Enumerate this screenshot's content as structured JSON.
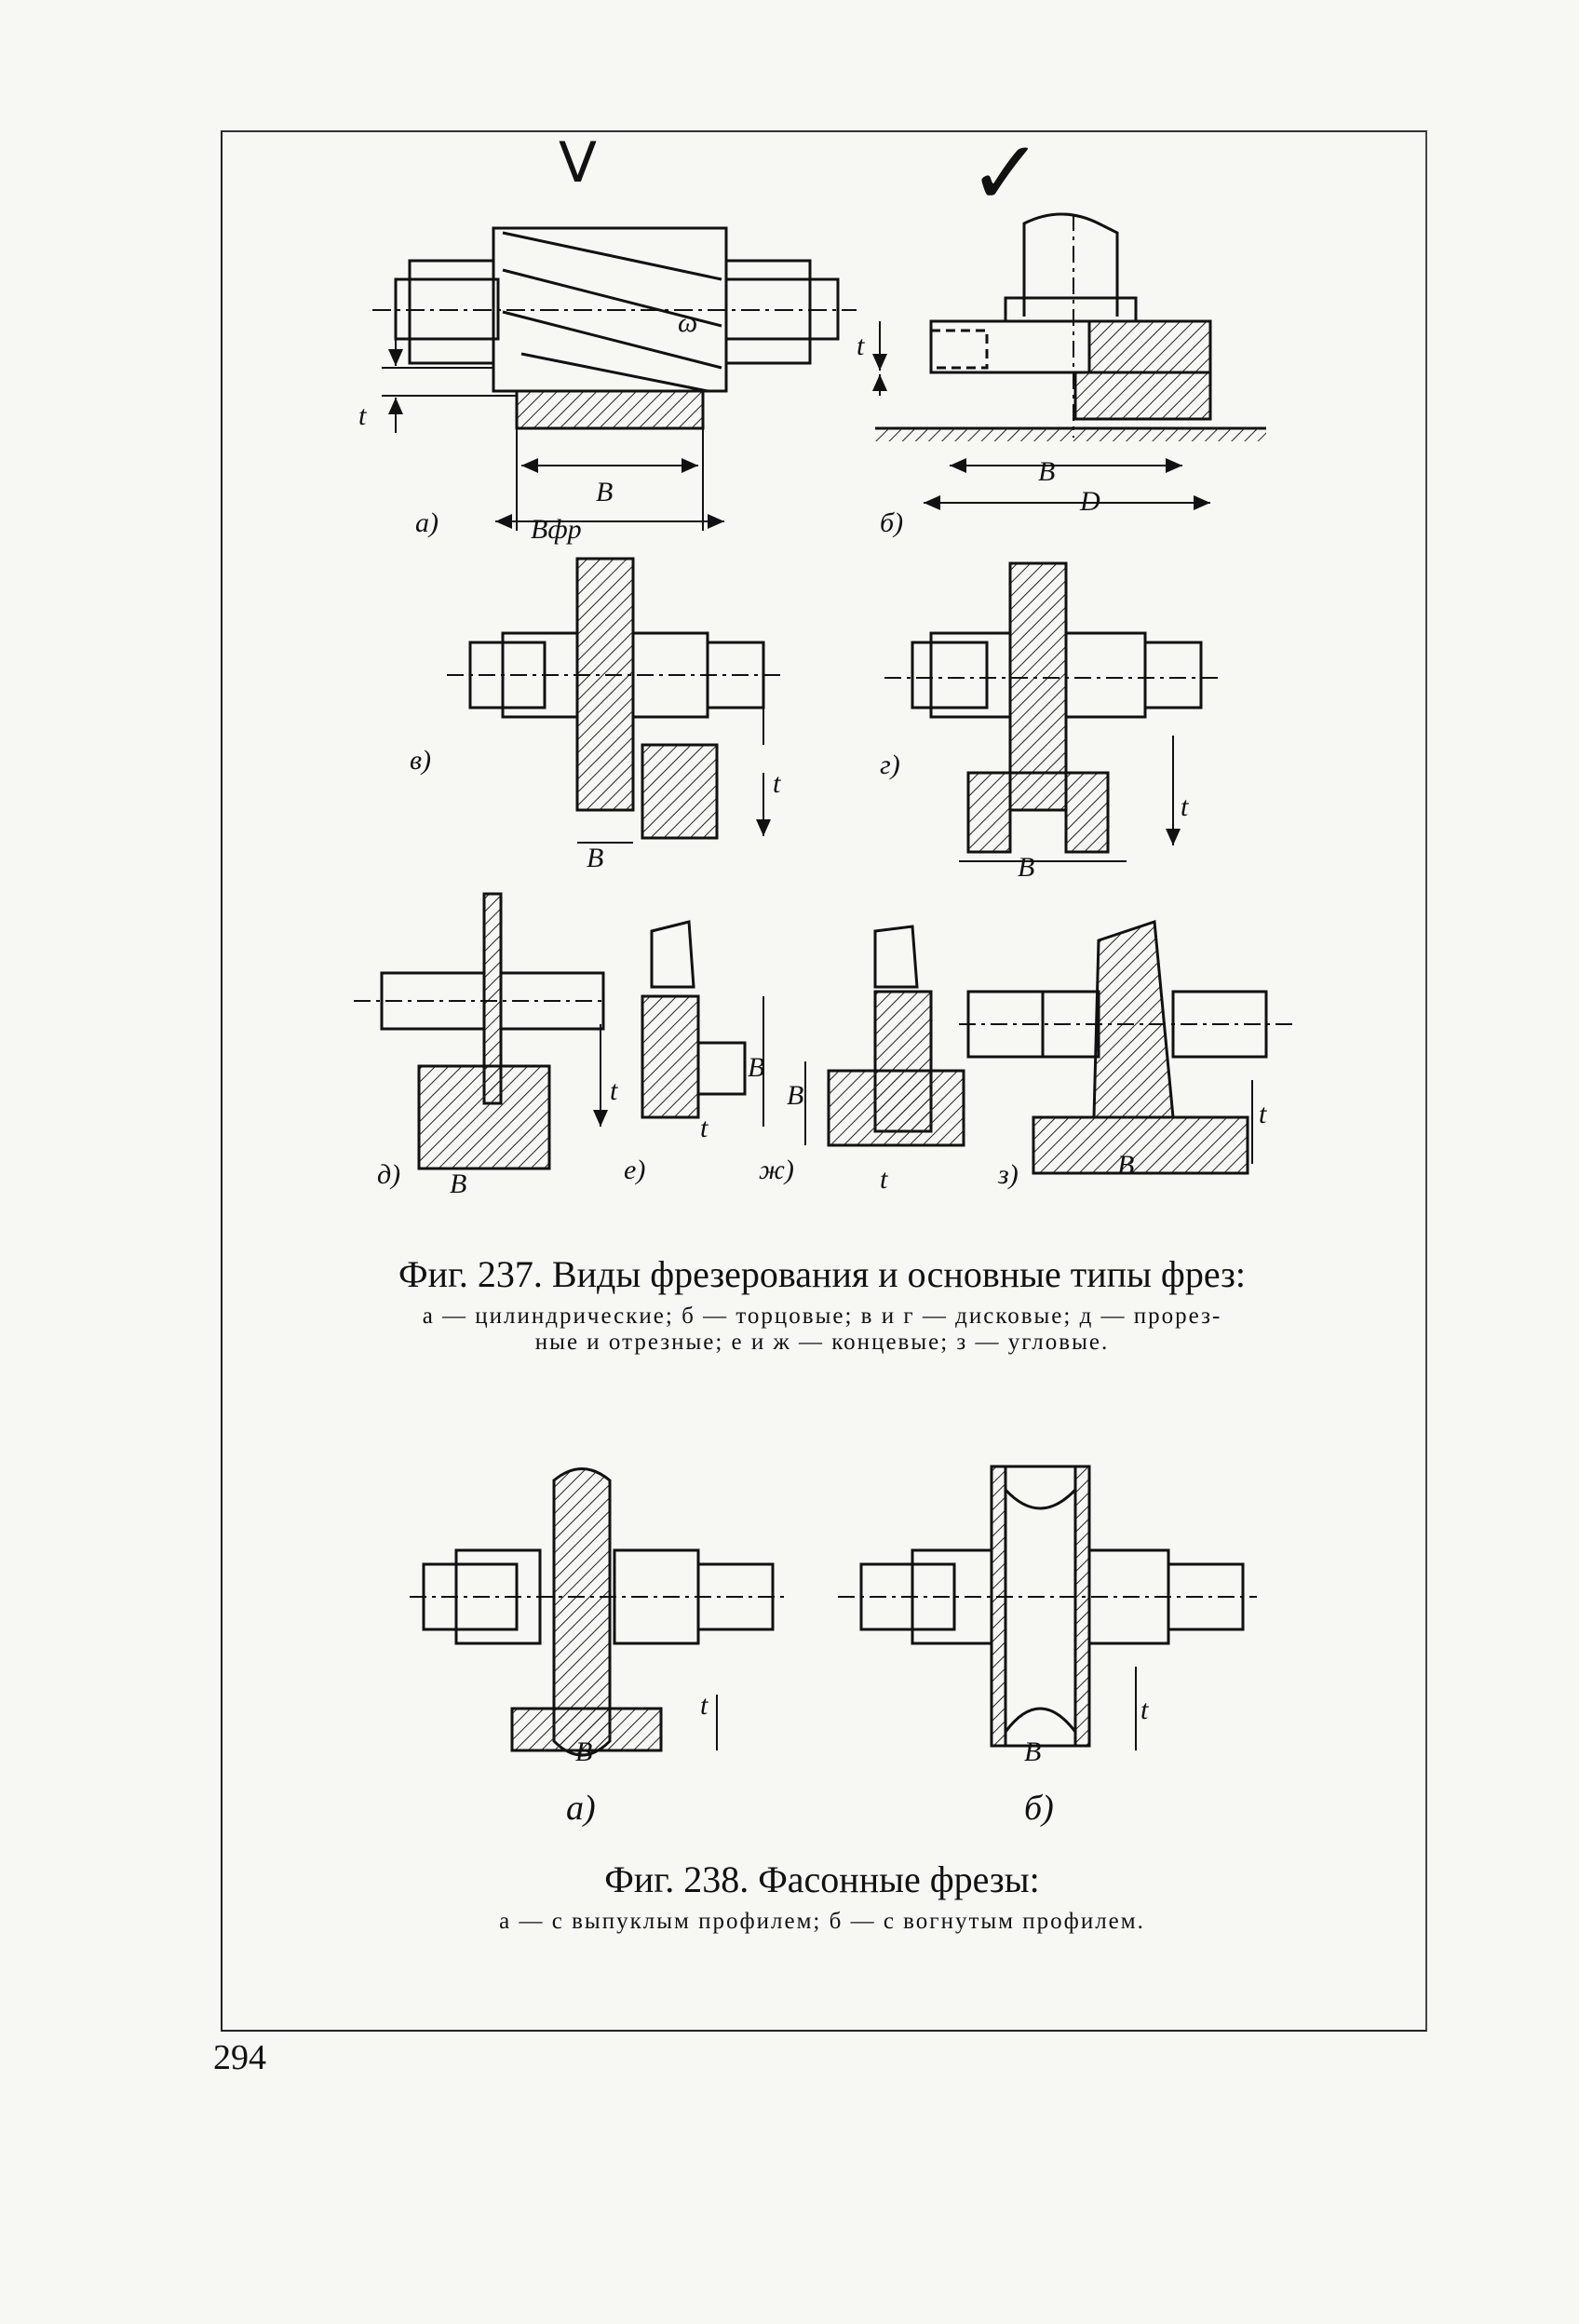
{
  "page_number": "294",
  "handwritten_marks": [
    "V",
    "✓"
  ],
  "fig237": {
    "title": "Фиг. 237. Виды фрезерования и основные типы фрез:",
    "legend_line1": "а — цилиндрические; б — торцовые; в и г — дисковые; д — прорез-",
    "legend_line2": "ные и отрезные; е и ж — концевые; з — угловые.",
    "panels": {
      "a": "а)",
      "b": "б)",
      "v": "в)",
      "g": "г)",
      "d": "д)",
      "e": "е)",
      "zh": "ж)",
      "z": "з)"
    },
    "dims": {
      "B": "B",
      "Bfr": "Bфр",
      "D": "D",
      "t": "t",
      "omega": "ω"
    }
  },
  "fig238": {
    "title": "Фиг. 238. Фасонные фрезы:",
    "legend": "а — с выпуклым профилем; б — с вогнутым профилем.",
    "panels": {
      "a": "а)",
      "b": "б)"
    }
  }
}
